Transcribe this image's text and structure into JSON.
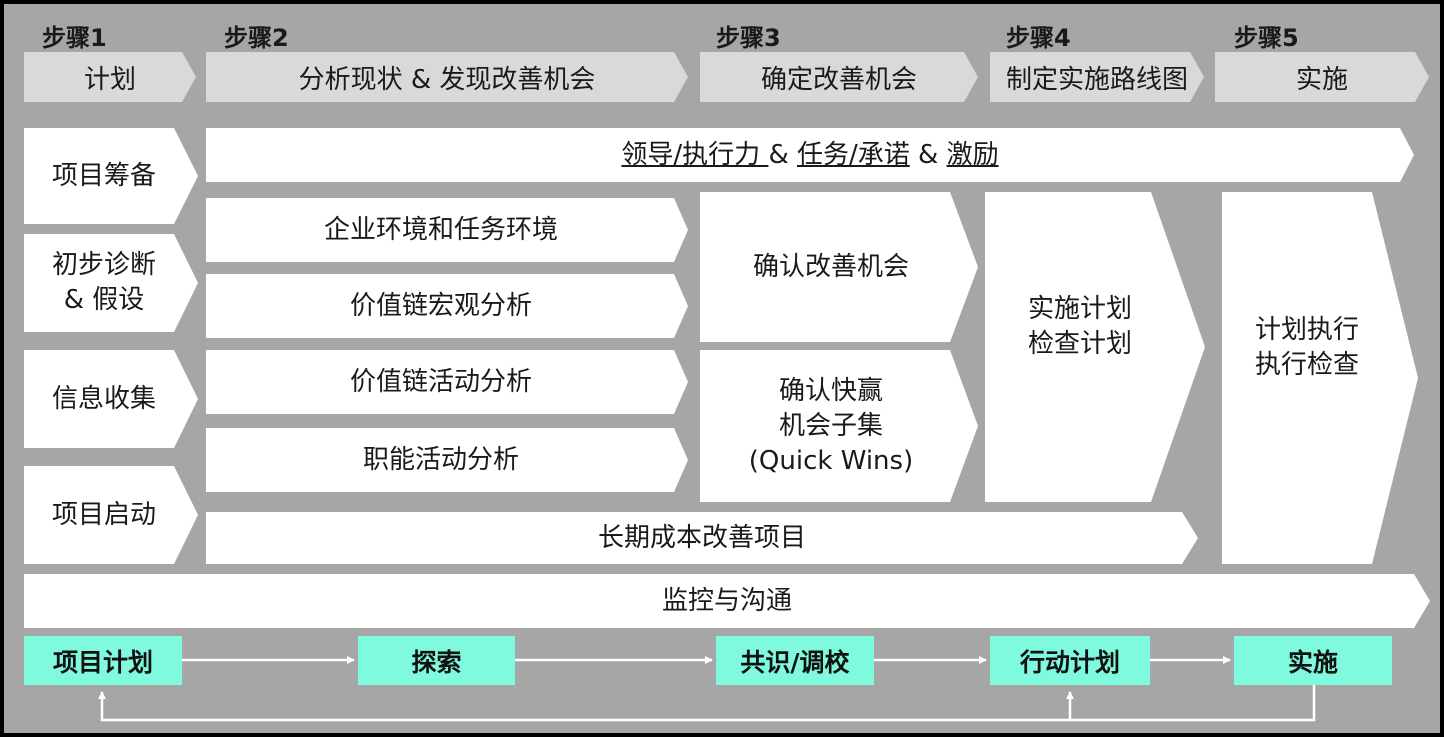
{
  "steps": [
    {
      "label": "步骤1",
      "phase": "计划"
    },
    {
      "label": "步骤2",
      "phase": "分析现状 & 发现改善机会"
    },
    {
      "label": "步骤3",
      "phase": "确定改善机会"
    },
    {
      "label": "步骤4",
      "phase": "制定实施路线图"
    },
    {
      "label": "步骤5",
      "phase": "实施"
    }
  ],
  "col1": {
    "prep": "项目筹备",
    "diag_line1": "初步诊断",
    "diag_line2": "& 假设",
    "collect": "信息收集",
    "launch": "项目启动"
  },
  "leadership": {
    "part1": "领导/执行力 ",
    "amp1": "& ",
    "part2": "任务/承诺",
    "amp2": " & ",
    "part3": "激励"
  },
  "col2": {
    "env": "企业环境和任务环境",
    "macro": "价值链宏观分析",
    "activity": "价值链活动分析",
    "function": "职能活动分析"
  },
  "col3": {
    "confirm": "确认改善机会",
    "quick_line1": "确认快赢",
    "quick_line2": "机会子集",
    "quick_line3": "(Quick Wins)"
  },
  "col4": {
    "line1": "实施计划",
    "line2": "检查计划"
  },
  "col5": {
    "line1": "计划执行",
    "line2": "执行检查"
  },
  "longterm": "长期成本改善项目",
  "monitor": "监控与沟通",
  "flow": {
    "plan": "项目计划",
    "explore": "探索",
    "consensus": "共识/调校",
    "action": "行动计划",
    "implement": "实施"
  },
  "colors": {
    "frame_bg": "#a6a6a6",
    "header_bg": "#d9d9d9",
    "chevron_bg": "#ffffff",
    "flow_box": "#7ffadf",
    "arrow": "#ffffff"
  }
}
